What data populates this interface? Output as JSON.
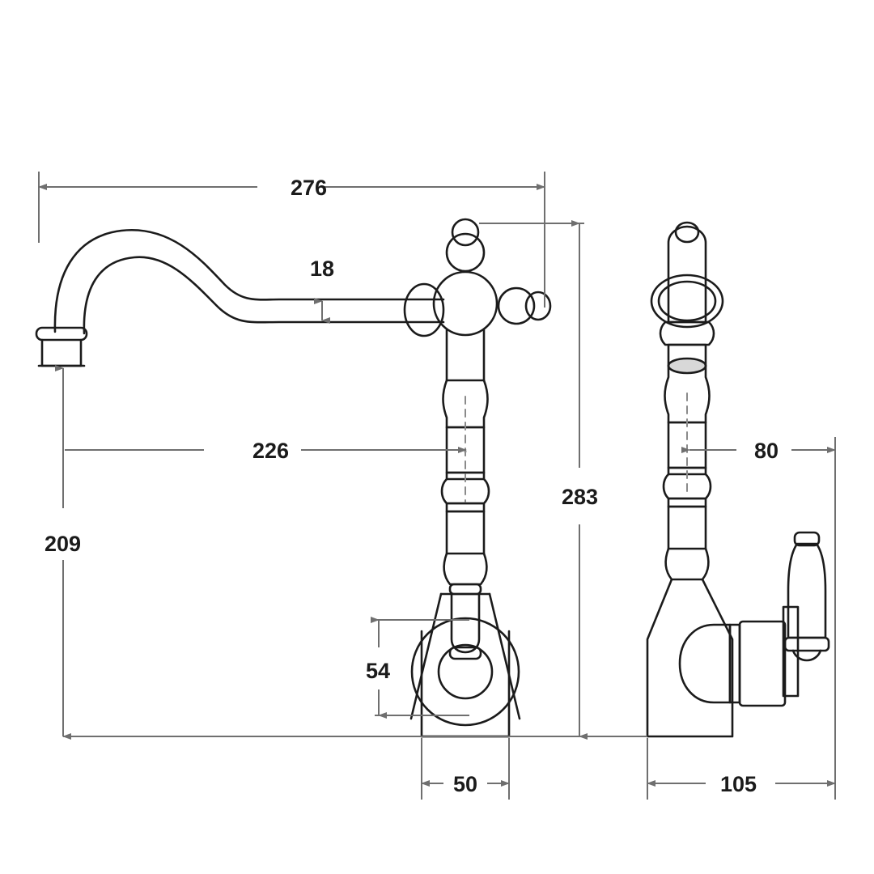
{
  "drawing": {
    "title": "Traditional kitchen mixer tap dimensional drawing",
    "background_color": "#ffffff",
    "outline_color": "#1b1b1b",
    "dimension_line_color": "#6f6f6f",
    "centerline_color": "#8a8a8a",
    "units": "mm",
    "views": [
      {
        "name": "front-elevation",
        "label": ""
      },
      {
        "name": "side-elevation",
        "label": ""
      }
    ]
  },
  "dimensions": {
    "overall_width": "276",
    "spout_bore_height": "18",
    "spout_reach": "226",
    "spout_outlet_height": "209",
    "overall_height": "283",
    "base_flange_height": "54",
    "base_width": "50",
    "side_handle_offset": "80",
    "side_overall_depth": "105"
  }
}
